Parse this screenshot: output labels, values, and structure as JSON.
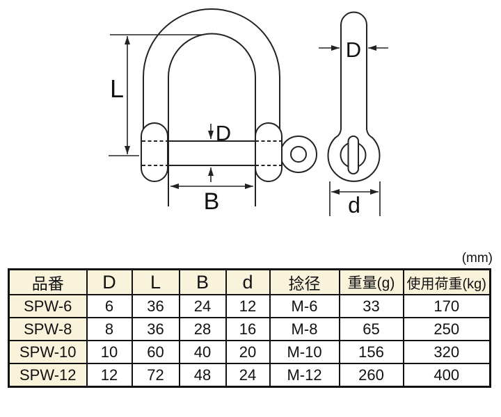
{
  "unit_label": "(mm)",
  "diagram": {
    "front_view": {
      "label_L": "L",
      "label_D": "D",
      "label_B": "B"
    },
    "side_view": {
      "label_D": "D",
      "label_d": "d"
    }
  },
  "table": {
    "headers": [
      "品番",
      "D",
      "L",
      "B",
      "d",
      "捻径",
      "重量(g)",
      "使用荷重(kg)"
    ],
    "rows": [
      {
        "cells": [
          "SPW-6",
          "6",
          "36",
          "24",
          "12",
          "M-6",
          "33",
          "170"
        ]
      },
      {
        "cells": [
          "SPW-8",
          "8",
          "36",
          "28",
          "16",
          "M-8",
          "65",
          "250"
        ]
      },
      {
        "cells": [
          "SPW-10",
          "10",
          "60",
          "40",
          "20",
          "M-10",
          "156",
          "320"
        ]
      },
      {
        "cells": [
          "SPW-12",
          "12",
          "72",
          "48",
          "24",
          "M-12",
          "260",
          "400"
        ]
      }
    ]
  },
  "colors": {
    "accent_bg": "#f8f3da",
    "border": "#111111",
    "line": "#222222"
  }
}
